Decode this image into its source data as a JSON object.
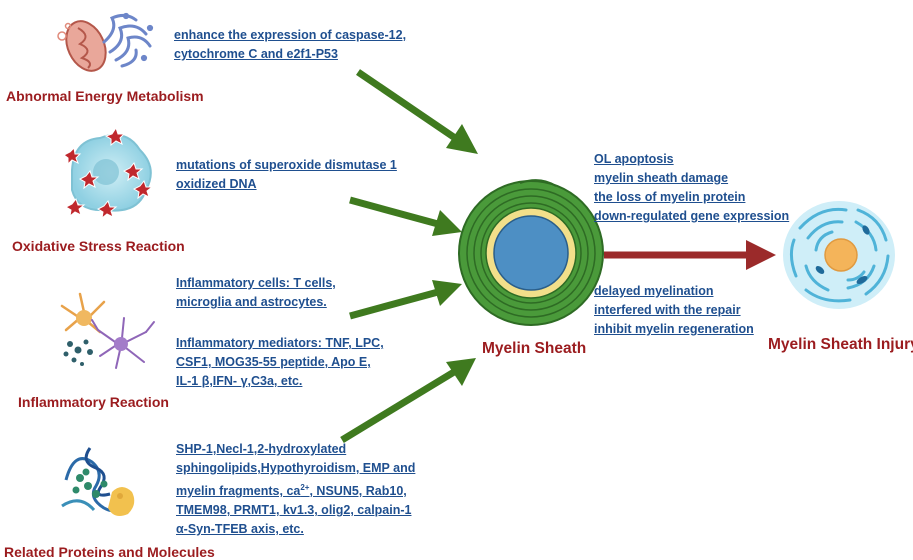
{
  "categories": {
    "energy": "Abnormal Energy Metabolism",
    "oxidative": "Oxidative Stress Reaction",
    "inflammatory": "Inflammatory Reaction",
    "proteins": "Related Proteins and Molecules"
  },
  "energy_text": [
    "enhance the  expression of caspase-12,",
    "cytochrome C and e2f1-P53"
  ],
  "oxidative_text": [
    "mutations of superoxide dismutase 1",
    "oxidized DNA"
  ],
  "inflam_cells_text": [
    "Inflammatory cells: T cells,",
    "microglia and astrocytes."
  ],
  "inflam_mediators_text": [
    "Inflammatory mediators: TNF, LPC,",
    "CSF1,  MOG35-55 peptide,  Apo E,",
    "IL-1 β,IFN- γ,C3a, etc."
  ],
  "proteins_text": {
    "line1": "SHP-1,Necl-1,2-hydroxylated",
    "line2": "sphingolipids,Hypothyroidism, EMP and",
    "line3_pre": "myelin fragments, ca",
    "line3_sup": "2+",
    "line3_post": ", NSUN5,  Rab10,",
    "line4": "TMEM98, PRMT1, kv1.3, olig2, calpain-1",
    "line5": "α-Syn-TFEB axis, etc."
  },
  "damage_text": [
    "OL apoptosis",
    "myelin sheath damage",
    "the loss of myelin protein",
    "down-regulated gene expression"
  ],
  "regen_text": [
    "delayed myelination",
    "interfered with the repair",
    "inhibit myelin regeneration"
  ],
  "center_label": "Myelin Sheath",
  "result_label": "Myelin Sheath Injury",
  "colors": {
    "category_red": "#9b1c1f",
    "link_blue": "#1f4f8f",
    "green_arrow": "#3f7a1f",
    "red_arrow": "#9b2a2a",
    "myelin_green": "#4a9a3a",
    "myelin_yellow": "#f2df8a",
    "axon_blue": "#4d8fc4"
  },
  "icons": [
    "mitochondria-icon",
    "er-icon",
    "damaged-cell-icon",
    "glia-cells-icon",
    "protein-molecules-icon",
    "myelin-sheath-icon",
    "injured-cell-icon"
  ]
}
